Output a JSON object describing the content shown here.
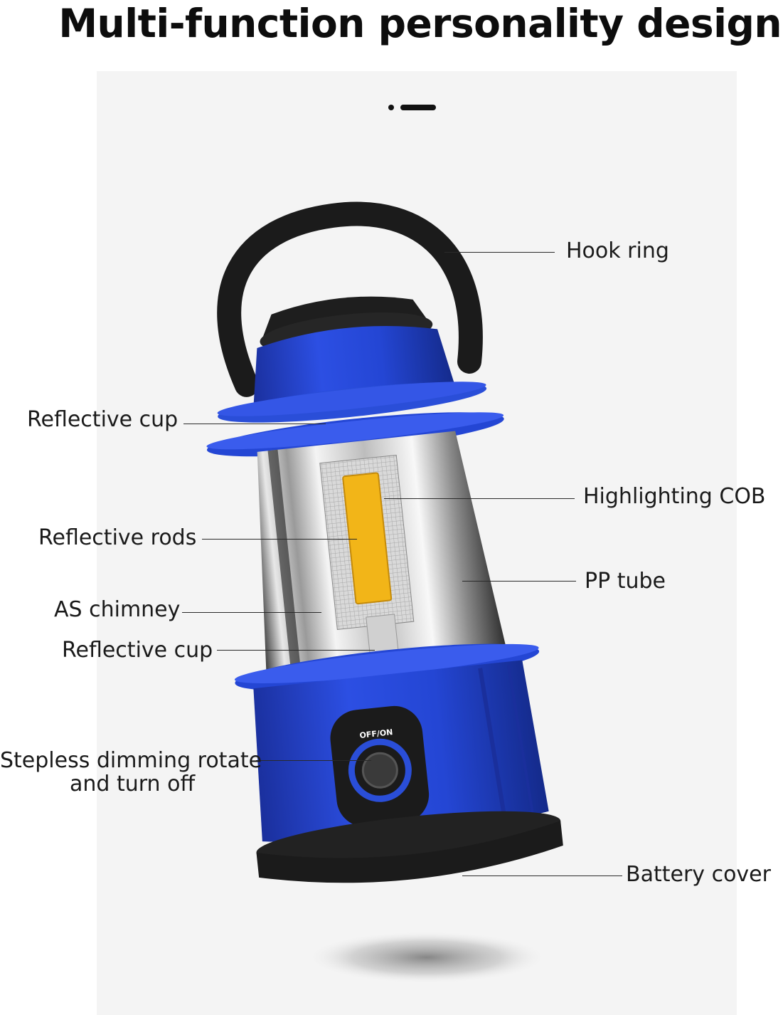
{
  "title": "Multi-function personality design",
  "switch_label": "OFF/ON",
  "labels": {
    "hook_ring": "Hook ring",
    "reflective_cup_top": "Reflective cup",
    "highlighting_cob": "Highlighting COB",
    "reflective_rods": "Reflective rods",
    "pp_tube": "PP tube",
    "as_chimney": "AS chimney",
    "reflective_cup_bottom": "Reflective cup",
    "dimming_line1": "Stepless dimming rotate",
    "dimming_line2": "and turn off",
    "battery_cover": "Battery cover"
  },
  "colors": {
    "lantern_blue": "#1f3fd0",
    "handle_black": "#1b1b1b",
    "cob_yellow": "#f2b518",
    "background_panel": "#f4f4f4"
  }
}
